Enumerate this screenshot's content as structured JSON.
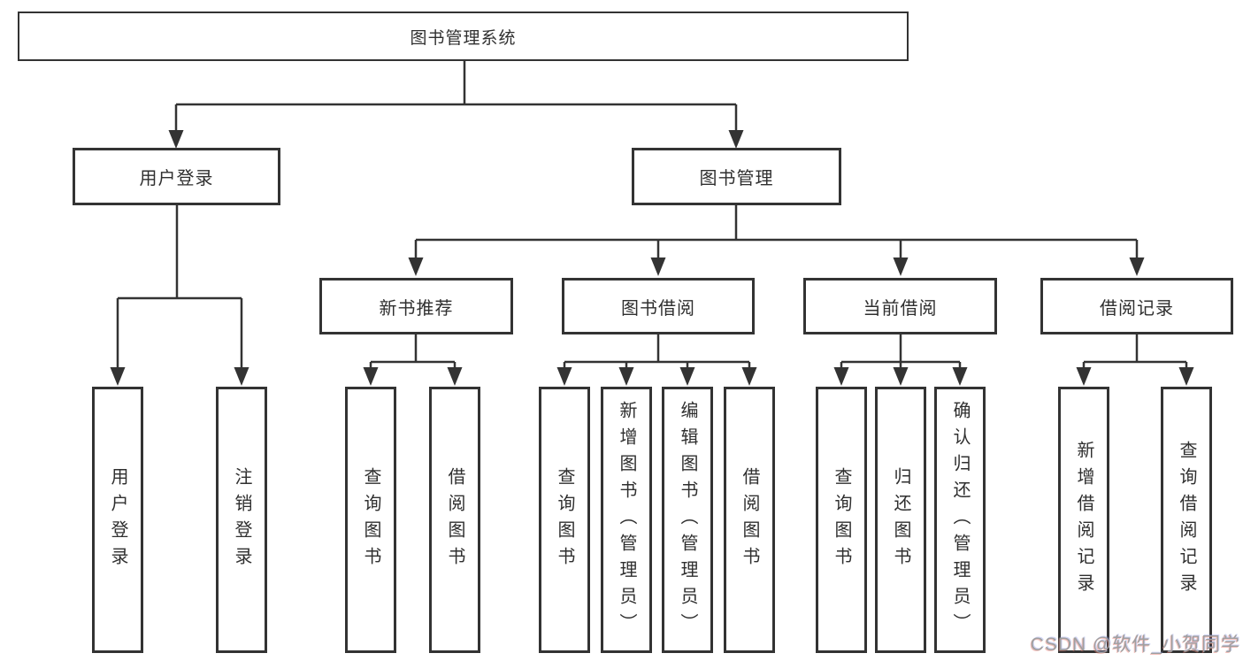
{
  "diagram": {
    "title": "图书管理系统",
    "root": {
      "label": "图书管理系统"
    },
    "branches": {
      "user_login": {
        "label": "用户登录",
        "children": [
          "用户登录",
          "注销登录"
        ]
      },
      "book_management": {
        "label": "图书管理"
      }
    },
    "modules": {
      "new_book": {
        "label": "新书推荐",
        "children": [
          "查询图书",
          "借阅图书"
        ]
      },
      "book_borrow": {
        "label": "图书借阅",
        "children": [
          "查询图书",
          "新增图书（管理员）",
          "编辑图书（管理员）",
          "借阅图书"
        ]
      },
      "current_borrow": {
        "label": "当前借阅",
        "children": [
          "查询图书",
          "归还图书",
          "确认归还（管理员）"
        ]
      },
      "borrow_records": {
        "label": "借阅记录",
        "children": [
          "新增借阅记录",
          "查询借阅记录"
        ]
      }
    }
  },
  "watermark": "CSDN @软件_小贺同学",
  "colors": {
    "line": "#333333",
    "text": "#2f2f2f",
    "background": "#ffffff",
    "watermark": "#a0a0a0"
  }
}
